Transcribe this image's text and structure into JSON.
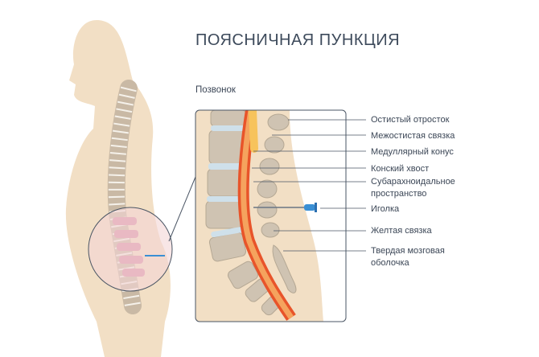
{
  "title": "ПОЯСНИЧНАЯ ПУНКЦИЯ",
  "inset_label": "Позвонок",
  "labels": [
    {
      "text": "Остистый отросток"
    },
    {
      "text": "Межостистая связка"
    },
    {
      "text": "Медуллярный конус"
    },
    {
      "text": "Конский хвост"
    },
    {
      "text": "Субарахноидальное пространство"
    },
    {
      "text": "Иголка"
    },
    {
      "text": "Желтая связка"
    },
    {
      "text": "Твердая мозговая оболочка"
    }
  ],
  "colors": {
    "skin": "#f2dfc5",
    "bone": "#cfc3b2",
    "disc": "#cfe0ea",
    "dura": "#e8542a",
    "cord": "#f7c35c",
    "needle": "#3a8fd4",
    "text": "#3b4656"
  }
}
